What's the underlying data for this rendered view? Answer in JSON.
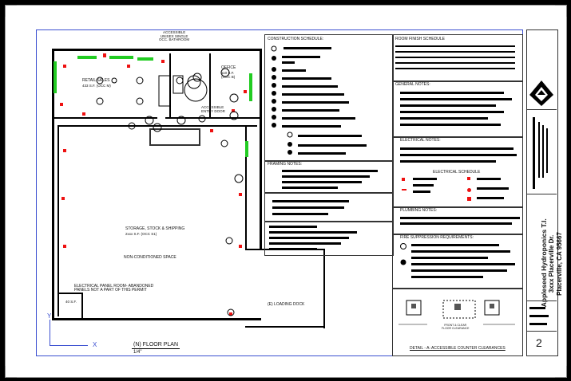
{
  "plan": {
    "accessible_unisex": "ACCESSIBLE\nUNISEX SINGLE\nOCC. BATHROOM",
    "retail_sales": "RETAIL SALES",
    "retail_area": "433 S.F. (OCC M)",
    "office": "OFFICE",
    "office_area": "110 S.F.\n(OCC B)",
    "accessible_entry": "ACCESSIBLE\nENTRY DOOR",
    "storage_title": "STORAGE, STOCK & SHIPPING",
    "storage_area": "2xxx S.F. (OCC S1)",
    "non_conditioned": "NON-CONDITIONED SPACE",
    "electrical_note": "ELECTRICAL PANEL ROOM- ABANDONED\nPANELS NOT A PART OF THIS PERMIT",
    "small_room": "40 S.F.",
    "loading_dock": "(E) LOADING DOCK",
    "axis_y": "Y",
    "axis_x": "X",
    "floor_plan_title": "(N) FLOOR PLAN",
    "floor_plan_scale": "1/4\""
  },
  "schedules": {
    "construction": "CONSTRUCTION SCHEDULE:",
    "room_finish": "ROOM FINISH SCHEDULE",
    "general_notes": "GENERAL NOTES:",
    "electrical_notes": "ELECTRICAL NOTES:",
    "electrical_schedule": "ELECTRICAL SCHEDULE",
    "framing_notes": "FRAMING NOTES:",
    "plumbing_notes": "PLUMBING NOTES:",
    "fire_suppression": "FIRE SUPPRESSION REQUIREMENTS:",
    "detail_title": "DETAIL - A: ACCESSIBLE COUNTER CLEARANCES",
    "detail_label": "FRONT & CLEAR\nFLOOR CLEARANCE"
  },
  "title_block": {
    "project": "Appleseed Hydroponics T.I.",
    "address": "3xxx Placerville Dr.",
    "city": "Placerville, CA 95667",
    "sheet_number": "2"
  },
  "colors": {
    "accent_red": "#e11111",
    "accent_green": "#22cc22",
    "border_blue": "#3b4fd0"
  }
}
